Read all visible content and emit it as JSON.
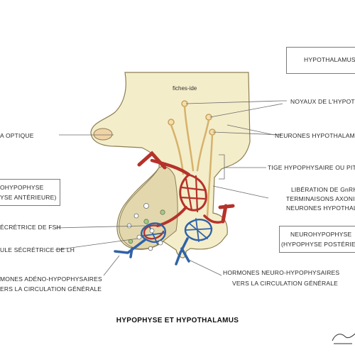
{
  "title": "HYPOPHYSE ET HYPOTHALAMUS",
  "watermark": "fiches-ide",
  "labels": {
    "hypothalamus": "HYPOTHALAMUS",
    "noyaux": "NOYAUX DE L'HYPOTH",
    "chiasma": "A OPTIQUE",
    "neurones": "NEURONES HYPOTHALAMIC",
    "tige": "TIGE HYPOPHYSAIRE OU PITU",
    "adeno_line1": "OHYPOPHYSE",
    "adeno_line2": "YSE ANTÉRIEURE)",
    "liberation_line1": "LIBÉRATION DE GnRH",
    "liberation_line2": "TERMINAISONS AXONIC",
    "liberation_line3": "NEURONES HYPOTHAL",
    "fsh": "ÉCRÉTRICE DE FSH",
    "lh": "ULE SÉCRÉTRICE DE LH",
    "neuro_line1": "NEUROHYPOPHYSE",
    "neuro_line2": "(HYPOPHYSE POSTÉRIEURE)",
    "hormones_adeno_line1": "MONES ADÉNO-HYPOPHYSAIRES",
    "hormones_adeno_line2": "ERS LA CIRCULATION GÉNÉRALE",
    "hormones_neuro_line1": "HORMONES NEURO-HYPOPHYSAIRES",
    "hormones_neuro_line2": "VERS LA CIRCULATION GÉNÉRALE"
  },
  "colors": {
    "tissue": "#f4edca",
    "tissue_dark": "#e2d9b0",
    "outline": "#8c7f54",
    "artery": "#b5322a",
    "vein": "#2f62a8",
    "neuron": "#d6b26a",
    "line": "#555555"
  }
}
